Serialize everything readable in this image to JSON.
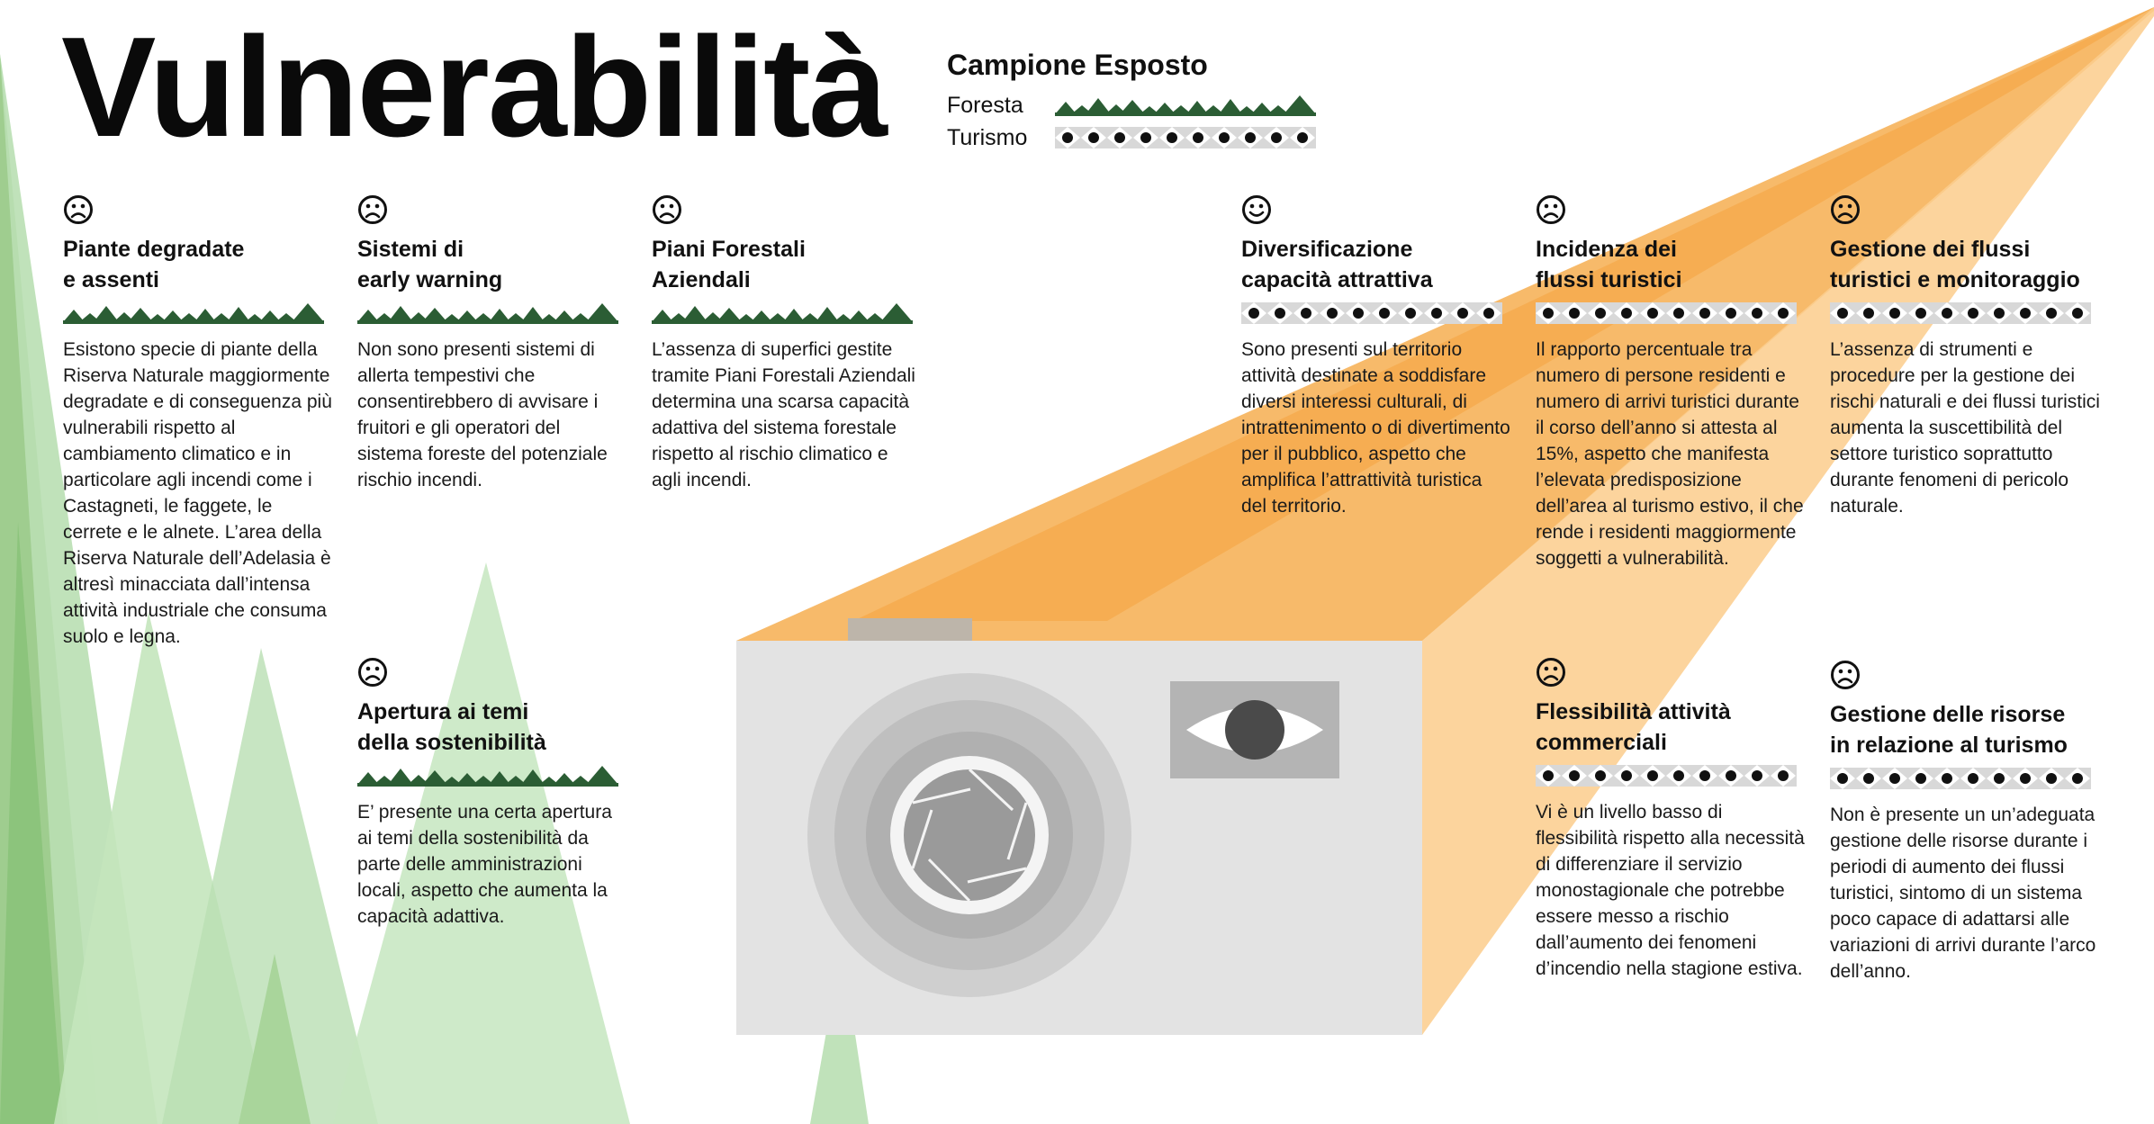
{
  "title": "Vulnerabilità",
  "legend": {
    "title": "Campione Esposto",
    "items": [
      {
        "label": "Foresta",
        "pattern": "forest"
      },
      {
        "label": "Turismo",
        "pattern": "tourism"
      }
    ]
  },
  "colors": {
    "forest": "#2b5d34",
    "light_green": "#b9dfb3",
    "orange": "#f5a94a",
    "camera": "#e3e3e3"
  },
  "cards": [
    {
      "face": "sad",
      "pattern": "forest",
      "title": "Piante degradate\ne assenti",
      "body": "Esistono specie di piante della Riserva Naturale maggiormente degradate e di conseguenza più vulnerabili rispetto al cambiamento climatico e in particolare agli incendi come i Castagneti, le faggete, le cerrete e le alnete. L’area della Riserva Naturale dell’Adelasia è altresì minacciata dall’intensa attività industriale che consuma suolo e legna."
    },
    {
      "face": "sad",
      "pattern": "forest",
      "title": "Sistemi di\nearly warning",
      "body": "Non sono presenti sistemi di allerta tempestivi che consentirebbero di avvisare i fruitori e gli operatori del sistema foreste del potenziale rischio incendi."
    },
    {
      "face": "sad",
      "pattern": "forest",
      "title": "Piani Forestali\nAziendali",
      "body": "L’assenza di superfici gestite tramite Piani Forestali Aziendali determina una scarsa capacità adattiva del sistema forestale rispetto al rischio climatico e agli incendi."
    },
    {
      "face": "happy",
      "pattern": "tourism",
      "title": "Diversificazione\ncapacità attrattiva",
      "body": "Sono presenti sul territorio attività destinate a soddisfare diversi interessi culturali, di intrattenimento o di divertimento per il pubblico, aspetto che amplifica l’attrattività turistica del territorio."
    },
    {
      "face": "sad",
      "pattern": "tourism",
      "title": "Incidenza dei\nflussi turistici",
      "body": "Il rapporto percentuale tra numero di persone residenti e numero di arrivi turistici durante il corso dell’anno si attesta al 15%, aspetto che manifesta l’elevata predisposizione dell’area al turismo estivo, il che rende i residenti maggiormente soggetti a vulnerabilità."
    },
    {
      "face": "sad",
      "pattern": "tourism",
      "title": "Gestione dei flussi\nturistici e monitoraggio",
      "body": "L’assenza di strumenti e procedure per la gestione dei rischi naturali e dei flussi turistici aumenta la suscettibilità del settore turistico soprattutto durante fenomeni di pericolo naturale."
    },
    {
      "face": "sad",
      "pattern": "forest",
      "title": "Apertura ai temi\ndella sostenibilità",
      "body": "E’ presente una certa apertura ai temi della sostenibilità da parte delle amministrazioni locali, aspetto che aumenta la capacità adattiva."
    },
    {
      "face": "sad",
      "pattern": "tourism",
      "title": "Flessibilità attività\ncommerciali",
      "body": "Vi è un livello basso di flessibilità rispetto alla necessità di differenziare il servizio monostagionale che potrebbe essere messo a rischio dall’aumento dei fenomeni d’incendio nella stagione estiva."
    },
    {
      "face": "sad",
      "pattern": "tourism",
      "title": "Gestione delle risorse\nin relazione al turismo",
      "body": "Non è presente un un’adeguata gestione delle risorse durante i periodi di aumento dei flussi turistici, sintomo di un sistema poco capace di adattarsi alle variazioni di arrivi durante l’arco dell’anno."
    }
  ]
}
